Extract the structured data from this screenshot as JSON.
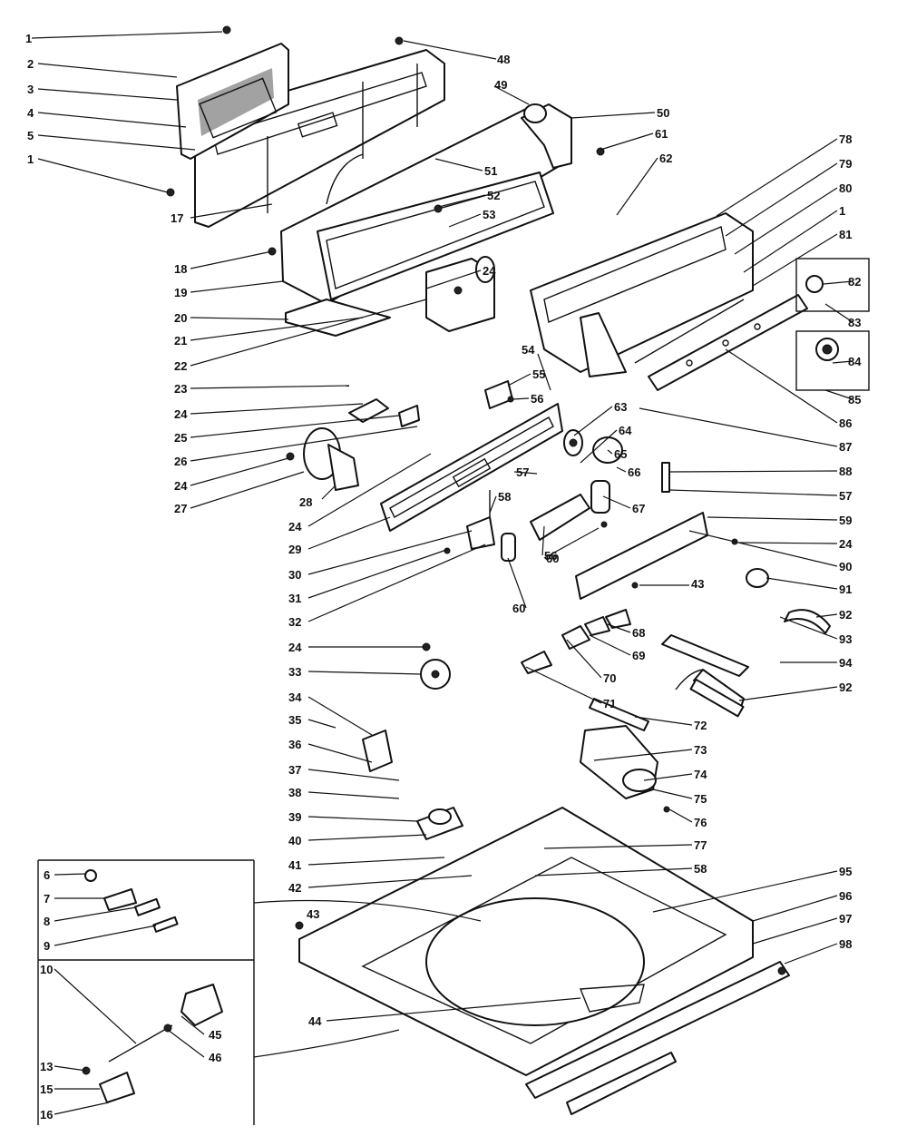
{
  "labels": [
    {
      "text": "1"
    },
    {
      "text": "2"
    },
    {
      "text": "3"
    },
    {
      "text": "4"
    },
    {
      "text": "5"
    },
    {
      "text": "1"
    },
    {
      "text": "17"
    },
    {
      "text": "18"
    },
    {
      "text": "19"
    },
    {
      "text": "20"
    },
    {
      "text": "21"
    },
    {
      "text": "22"
    },
    {
      "text": "23"
    },
    {
      "text": "24"
    },
    {
      "text": "25"
    },
    {
      "text": "26"
    },
    {
      "text": "24"
    },
    {
      "text": "27"
    },
    {
      "text": "28"
    },
    {
      "text": "24"
    },
    {
      "text": "29"
    },
    {
      "text": "30"
    },
    {
      "text": "31"
    },
    {
      "text": "32"
    },
    {
      "text": "24"
    },
    {
      "text": "33"
    },
    {
      "text": "34"
    },
    {
      "text": "35"
    },
    {
      "text": "36"
    },
    {
      "text": "37"
    },
    {
      "text": "38"
    },
    {
      "text": "39"
    },
    {
      "text": "40"
    },
    {
      "text": "41"
    },
    {
      "text": "42"
    },
    {
      "text": "43"
    },
    {
      "text": "44"
    },
    {
      "text": "45"
    },
    {
      "text": "46"
    },
    {
      "text": "6"
    },
    {
      "text": "7"
    },
    {
      "text": "8"
    },
    {
      "text": "9"
    },
    {
      "text": "10"
    },
    {
      "text": "13"
    },
    {
      "text": "15"
    },
    {
      "text": "16"
    },
    {
      "text": "48"
    },
    {
      "text": "49"
    },
    {
      "text": "50"
    },
    {
      "text": "51"
    },
    {
      "text": "52"
    },
    {
      "text": "53"
    },
    {
      "text": "24"
    },
    {
      "text": "54"
    },
    {
      "text": "55"
    },
    {
      "text": "56"
    },
    {
      "text": "57"
    },
    {
      "text": "58"
    },
    {
      "text": "56"
    },
    {
      "text": "60"
    },
    {
      "text": "60"
    },
    {
      "text": "61"
    },
    {
      "text": "62"
    },
    {
      "text": "63"
    },
    {
      "text": "64"
    },
    {
      "text": "65"
    },
    {
      "text": "66"
    },
    {
      "text": "67"
    },
    {
      "text": "68"
    },
    {
      "text": "69"
    },
    {
      "text": "70"
    },
    {
      "text": "71"
    },
    {
      "text": "72"
    },
    {
      "text": "73"
    },
    {
      "text": "74"
    },
    {
      "text": "75"
    },
    {
      "text": "76"
    },
    {
      "text": "77"
    },
    {
      "text": "58"
    },
    {
      "text": "78"
    },
    {
      "text": "79"
    },
    {
      "text": "80"
    },
    {
      "text": "1"
    },
    {
      "text": "81"
    },
    {
      "text": "82"
    },
    {
      "text": "83"
    },
    {
      "text": "84"
    },
    {
      "text": "85"
    },
    {
      "text": "86"
    },
    {
      "text": "87"
    },
    {
      "text": "88"
    },
    {
      "text": "57"
    },
    {
      "text": "59"
    },
    {
      "text": "24"
    },
    {
      "text": "90"
    },
    {
      "text": "43"
    },
    {
      "text": "91"
    },
    {
      "text": "92"
    },
    {
      "text": "93"
    },
    {
      "text": "94"
    },
    {
      "text": "92"
    },
    {
      "text": "95"
    },
    {
      "text": "96"
    },
    {
      "text": "97"
    },
    {
      "text": "98"
    }
  ],
  "colors": {
    "ink": "#111111",
    "paper": "#ffffff"
  }
}
